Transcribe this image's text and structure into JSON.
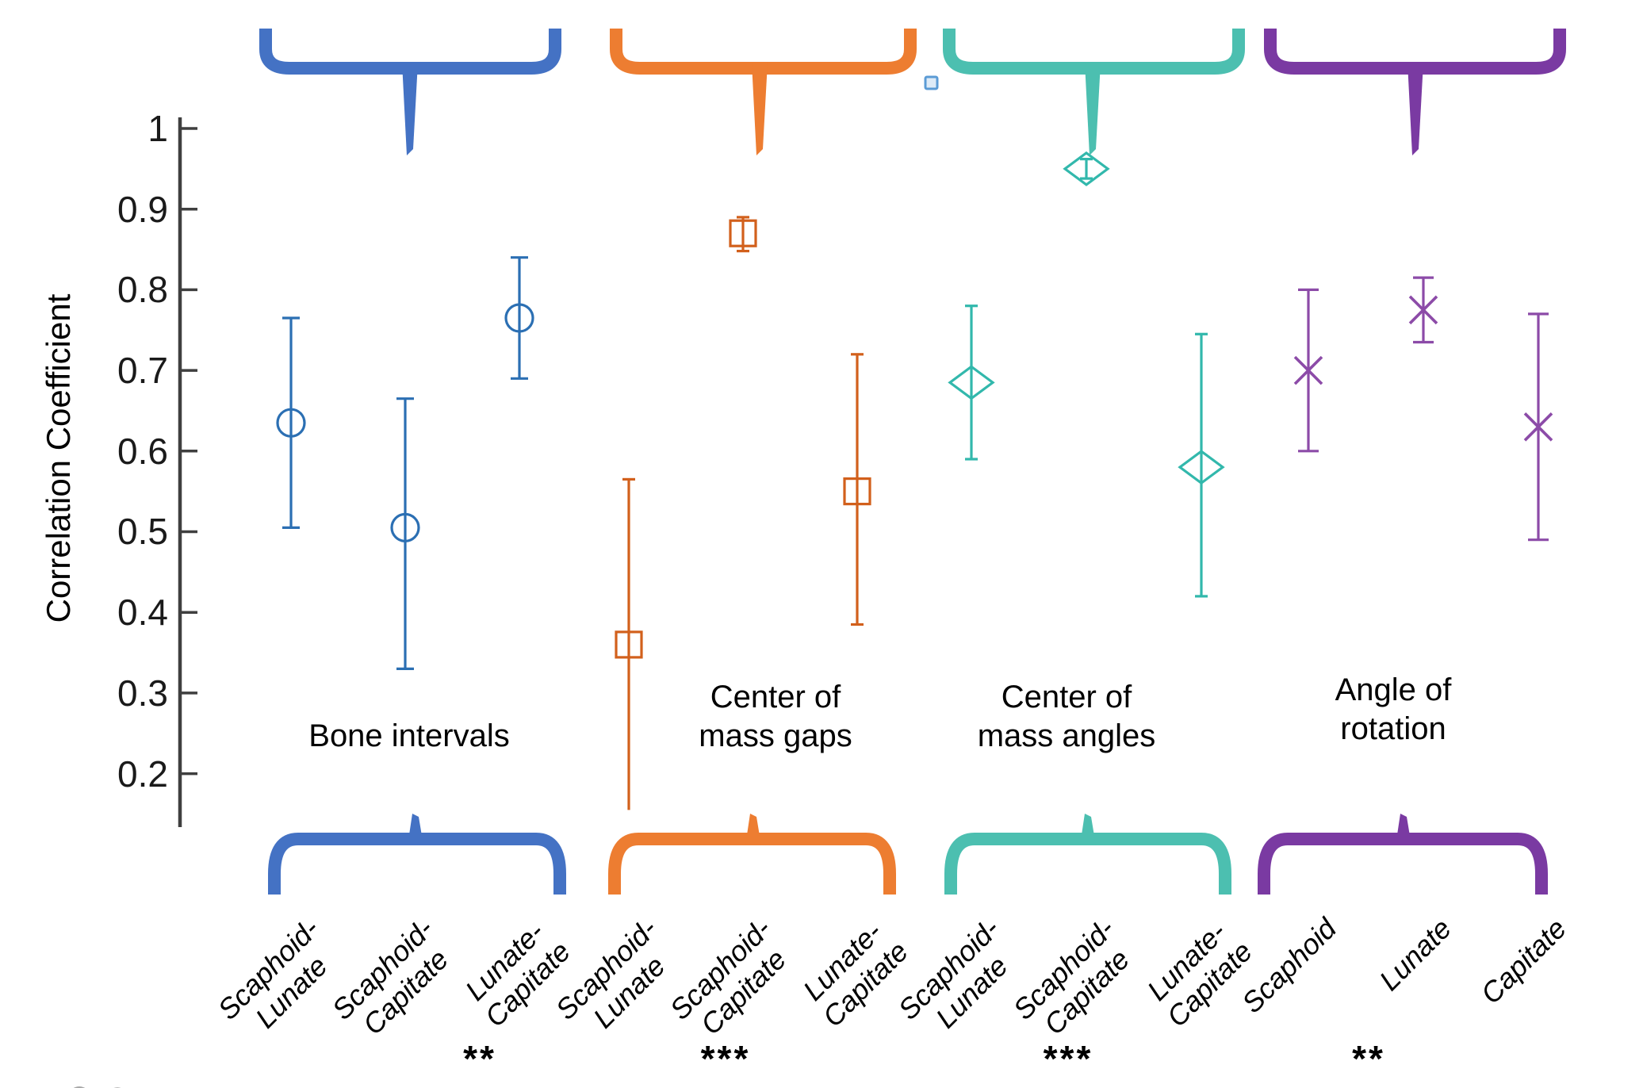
{
  "y_axis": {
    "label": "Correlation Coefficient",
    "tick_labels": [
      "1",
      "0.9",
      "0.8",
      "0.7",
      "0.6",
      "0.5",
      "0.4",
      "0.3",
      "0.2"
    ]
  },
  "chart_data": {
    "type": "scatter",
    "title": "",
    "xlabel": "",
    "ylabel": "Correlation Coefficient",
    "ylim": [
      0.1,
      1.0
    ],
    "yticks": [
      1.0,
      0.9,
      0.8,
      0.7,
      0.6,
      0.5,
      0.4,
      0.3,
      0.2
    ],
    "grid": false,
    "legend_position": "none",
    "error_bars": true,
    "series": [
      {
        "name": "Bone intervals",
        "caption_lines": [
          "Bone intervals"
        ],
        "marker": "circle",
        "color": "#2B6FB3",
        "brace_color": "#4472C4",
        "significance": "**",
        "categories": [
          "Scaphoid-Lunate",
          "Scaphoid-Capitate",
          "Lunate-Capitate"
        ],
        "tick_label_lines": [
          [
            "Scaphoid-",
            "Lunate"
          ],
          [
            "Scaphoid-",
            "Capitate"
          ],
          [
            "Lunate-",
            "Capitate"
          ]
        ],
        "values": [
          0.635,
          0.505,
          0.765
        ],
        "ci_low": [
          0.505,
          0.33,
          0.69
        ],
        "ci_high": [
          0.765,
          0.665,
          0.84
        ],
        "low_cap": [
          true,
          true,
          true
        ]
      },
      {
        "name": "Center of mass gaps",
        "caption_lines": [
          "Center of",
          "mass gaps"
        ],
        "marker": "square",
        "color": "#D2601C",
        "brace_color": "#ED7D31",
        "significance": "***",
        "categories": [
          "Scaphoid-Lunate",
          "Scaphoid-Capitate",
          "Lunate-Capitate"
        ],
        "tick_label_lines": [
          [
            "Scaphoid-",
            "Lunate"
          ],
          [
            "Scaphoid-",
            "Capitate"
          ],
          [
            "Lunate-",
            "Capitate"
          ]
        ],
        "values": [
          0.36,
          0.87,
          0.55
        ],
        "ci_low": [
          0.155,
          0.848,
          0.385
        ],
        "ci_high": [
          0.565,
          0.89,
          0.72
        ],
        "low_cap": [
          false,
          true,
          true
        ]
      },
      {
        "name": "Center of mass angles",
        "caption_lines": [
          "Center of",
          "mass angles"
        ],
        "marker": "diamond",
        "color": "#32B8AC",
        "brace_color": "#4CBFB0",
        "significance": "***",
        "categories": [
          "Scaphoid-Lunate",
          "Scaphoid-Capitate",
          "Lunate-Capitate"
        ],
        "tick_label_lines": [
          [
            "Scaphoid-",
            "Lunate"
          ],
          [
            "Scaphoid-",
            "Capitate"
          ],
          [
            "Lunate-",
            "Capitate"
          ]
        ],
        "values": [
          0.685,
          0.95,
          0.58
        ],
        "ci_low": [
          0.59,
          0.938,
          0.42
        ],
        "ci_high": [
          0.78,
          0.962,
          0.745
        ],
        "low_cap": [
          true,
          true,
          true
        ]
      },
      {
        "name": "Angle of rotation",
        "caption_lines": [
          "Angle of",
          "rotation"
        ],
        "marker": "x",
        "color": "#8C4BA8",
        "brace_color": "#7A3AA2",
        "significance": "**",
        "categories": [
          "Scaphoid",
          "Lunate",
          "Capitate"
        ],
        "tick_label_lines": [
          [
            "Scaphoid"
          ],
          [
            "Lunate"
          ],
          [
            "Capitate"
          ]
        ],
        "values": [
          0.7,
          0.775,
          0.63
        ],
        "ci_low": [
          0.6,
          0.735,
          0.49
        ],
        "ci_high": [
          0.8,
          0.815,
          0.77
        ],
        "low_cap": [
          true,
          true,
          true
        ]
      }
    ],
    "annotations": {
      "stray_square_color": "#5B9BD5",
      "axis_color": "#3F3F3F",
      "cutoff_legend_color": "#A6A6A6"
    }
  }
}
